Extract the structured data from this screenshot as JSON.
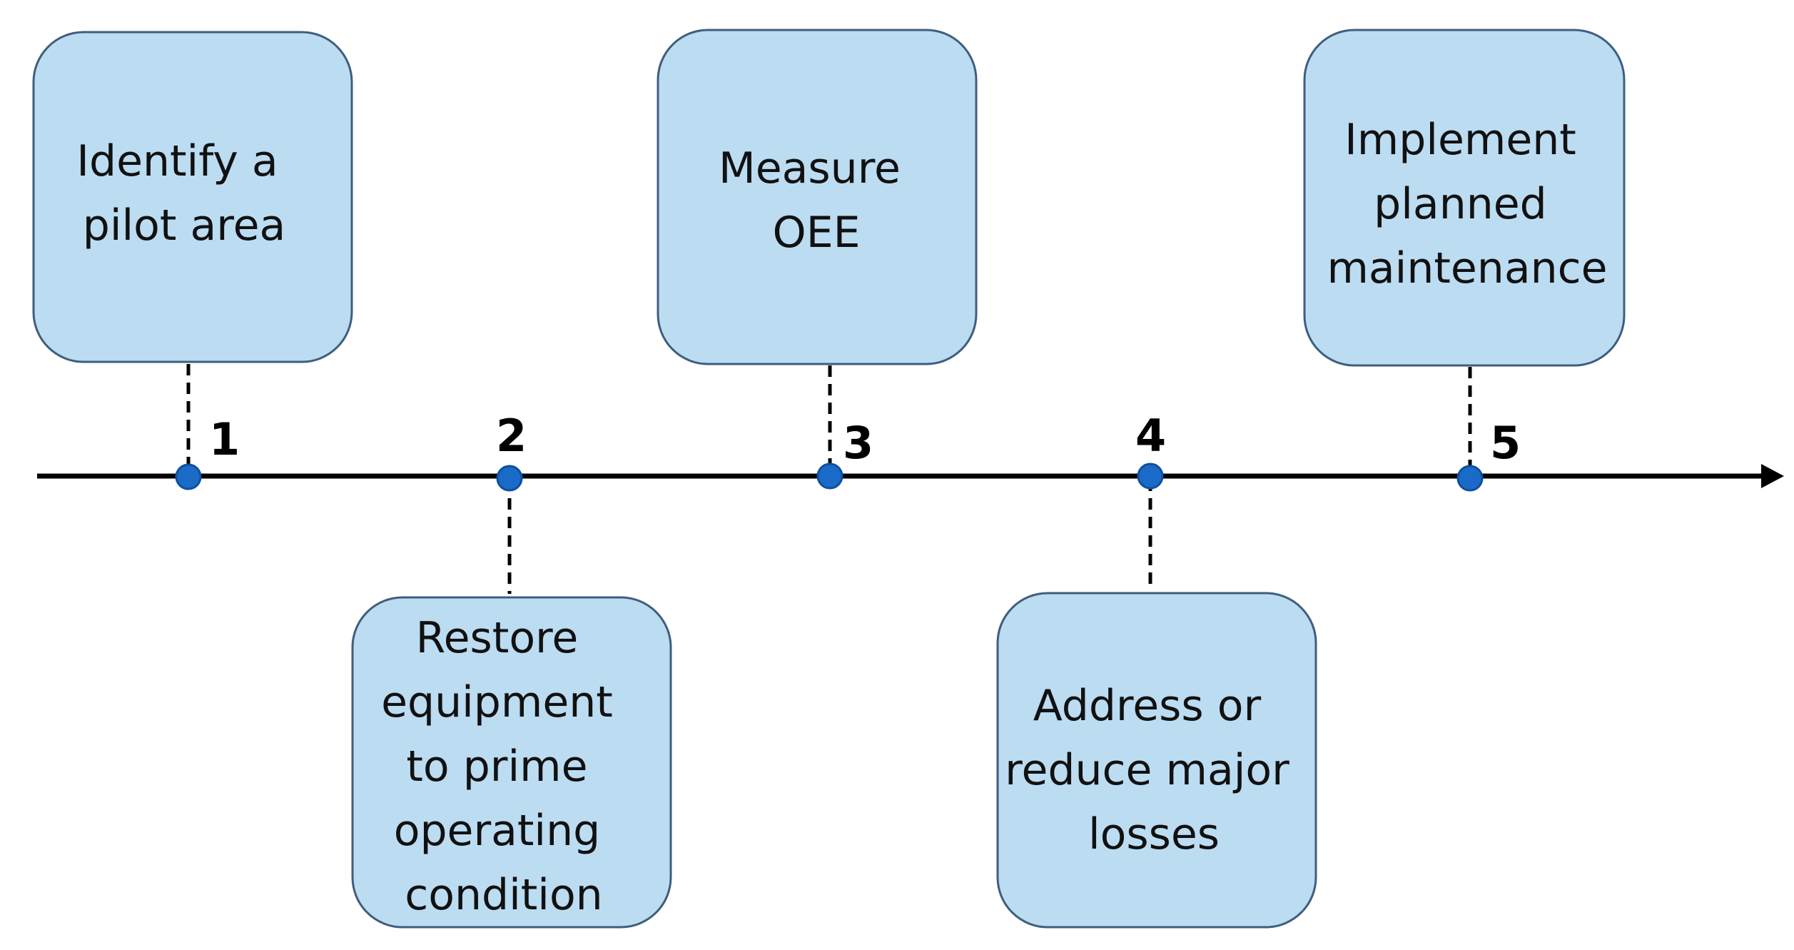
{
  "steps": [
    {
      "number": "1",
      "lines": [
        "Identify a",
        "pilot area"
      ],
      "side": "above"
    },
    {
      "number": "2",
      "lines": [
        "Restore",
        "equipment",
        "to prime",
        "operating",
        "condition"
      ],
      "side": "below"
    },
    {
      "number": "3",
      "lines": [
        "Measure",
        "OEE"
      ],
      "side": "above"
    },
    {
      "number": "4",
      "lines": [
        "Address or",
        "reduce major",
        "losses"
      ],
      "side": "below"
    },
    {
      "number": "5",
      "lines": [
        "Implement",
        "planned",
        "maintenance"
      ],
      "side": "above"
    }
  ],
  "colors": {
    "box_fill": "#bcdcf2",
    "box_stroke": "#3f5e7e",
    "dot": "#1a6ac8",
    "axis": "#000000"
  }
}
